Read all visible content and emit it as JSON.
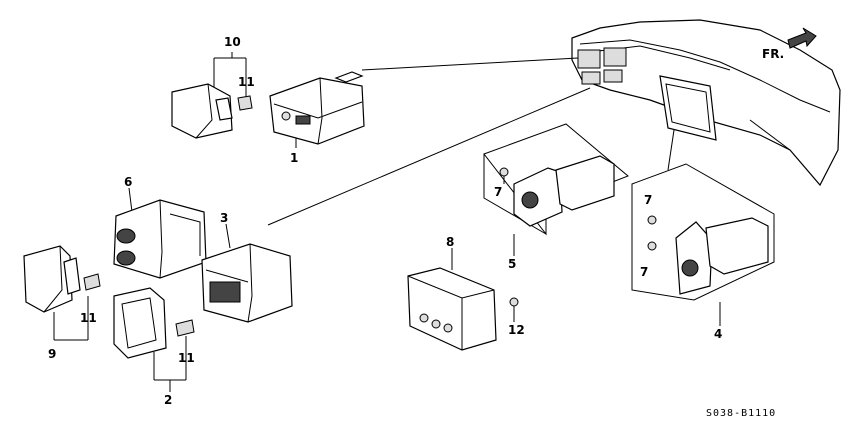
{
  "diagram": {
    "direction_label": "FR.",
    "diagram_code": "S038-B1110",
    "callouts": {
      "c1": "1",
      "c2": "2",
      "c3": "3",
      "c4": "4",
      "c5": "5",
      "c6": "6",
      "c7a": "7",
      "c7b": "7",
      "c7c": "7",
      "c8": "8",
      "c9": "9",
      "c10": "10",
      "c11a": "11",
      "c11b": "11",
      "c11c": "11",
      "c12": "12"
    }
  }
}
